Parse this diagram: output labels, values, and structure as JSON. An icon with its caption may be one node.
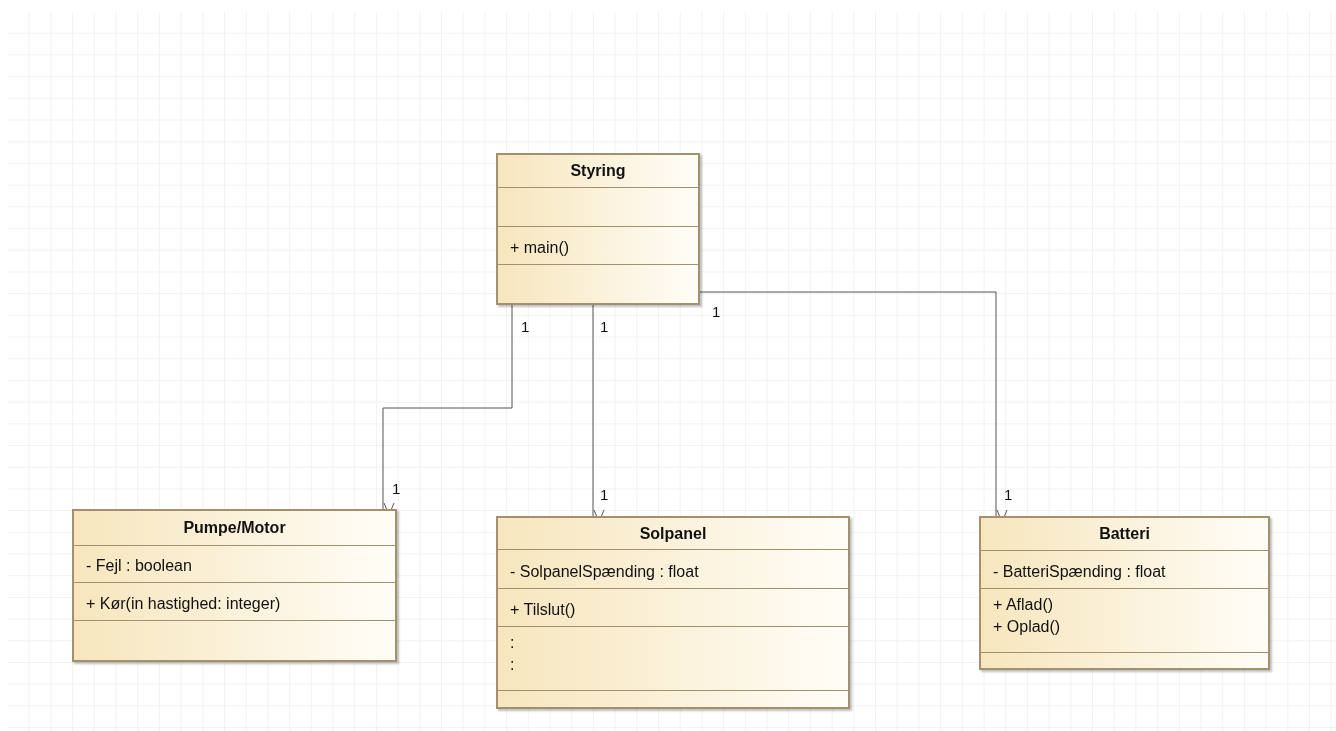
{
  "diagram": {
    "nodes": [
      {
        "text": [
          "Styring",
          "+ main()"
        ]
      },
      {
        "text": [
          "Pumpe/Motor",
          "- Fejl : boolean",
          "+ Kør(in hastighed: integer)"
        ]
      },
      {
        "text": [
          "Solpanel",
          "- SolpanelSpænding : float",
          "+ Tilslut()",
          ":",
          ":"
        ]
      },
      {
        "text": [
          "Batteri",
          "- BatteriSpænding : float",
          "+ Aflad()",
          "+ Oplad()"
        ]
      }
    ],
    "edges": [
      {
        "from": 0,
        "to": 1,
        "arrow": "to"
      },
      {
        "from": 0,
        "to": 2,
        "arrow": "to"
      },
      {
        "from": 0,
        "to": 3,
        "arrow": "to"
      }
    ],
    "labels": [
      "1",
      "1",
      "1",
      "1",
      "1",
      "1"
    ]
  }
}
